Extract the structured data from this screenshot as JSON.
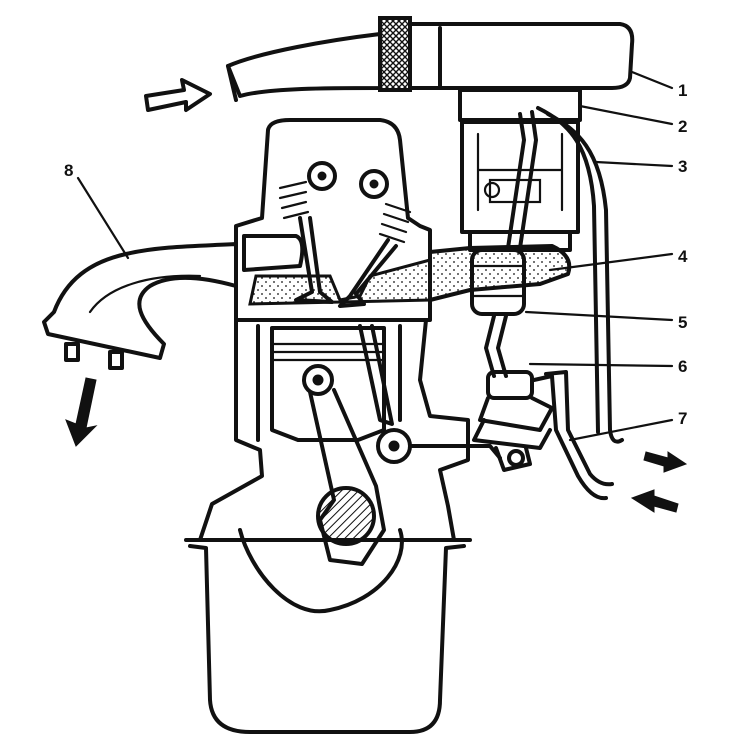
{
  "callouts": [
    {
      "id": "1",
      "text": "1"
    },
    {
      "id": "2",
      "text": "2"
    },
    {
      "id": "3",
      "text": "3"
    },
    {
      "id": "4",
      "text": "4"
    },
    {
      "id": "5",
      "text": "5"
    },
    {
      "id": "6",
      "text": "6"
    },
    {
      "id": "7",
      "text": "7"
    },
    {
      "id": "8",
      "text": "8"
    }
  ],
  "colors": {
    "ink": "#111111",
    "paper": "#ffffff"
  }
}
